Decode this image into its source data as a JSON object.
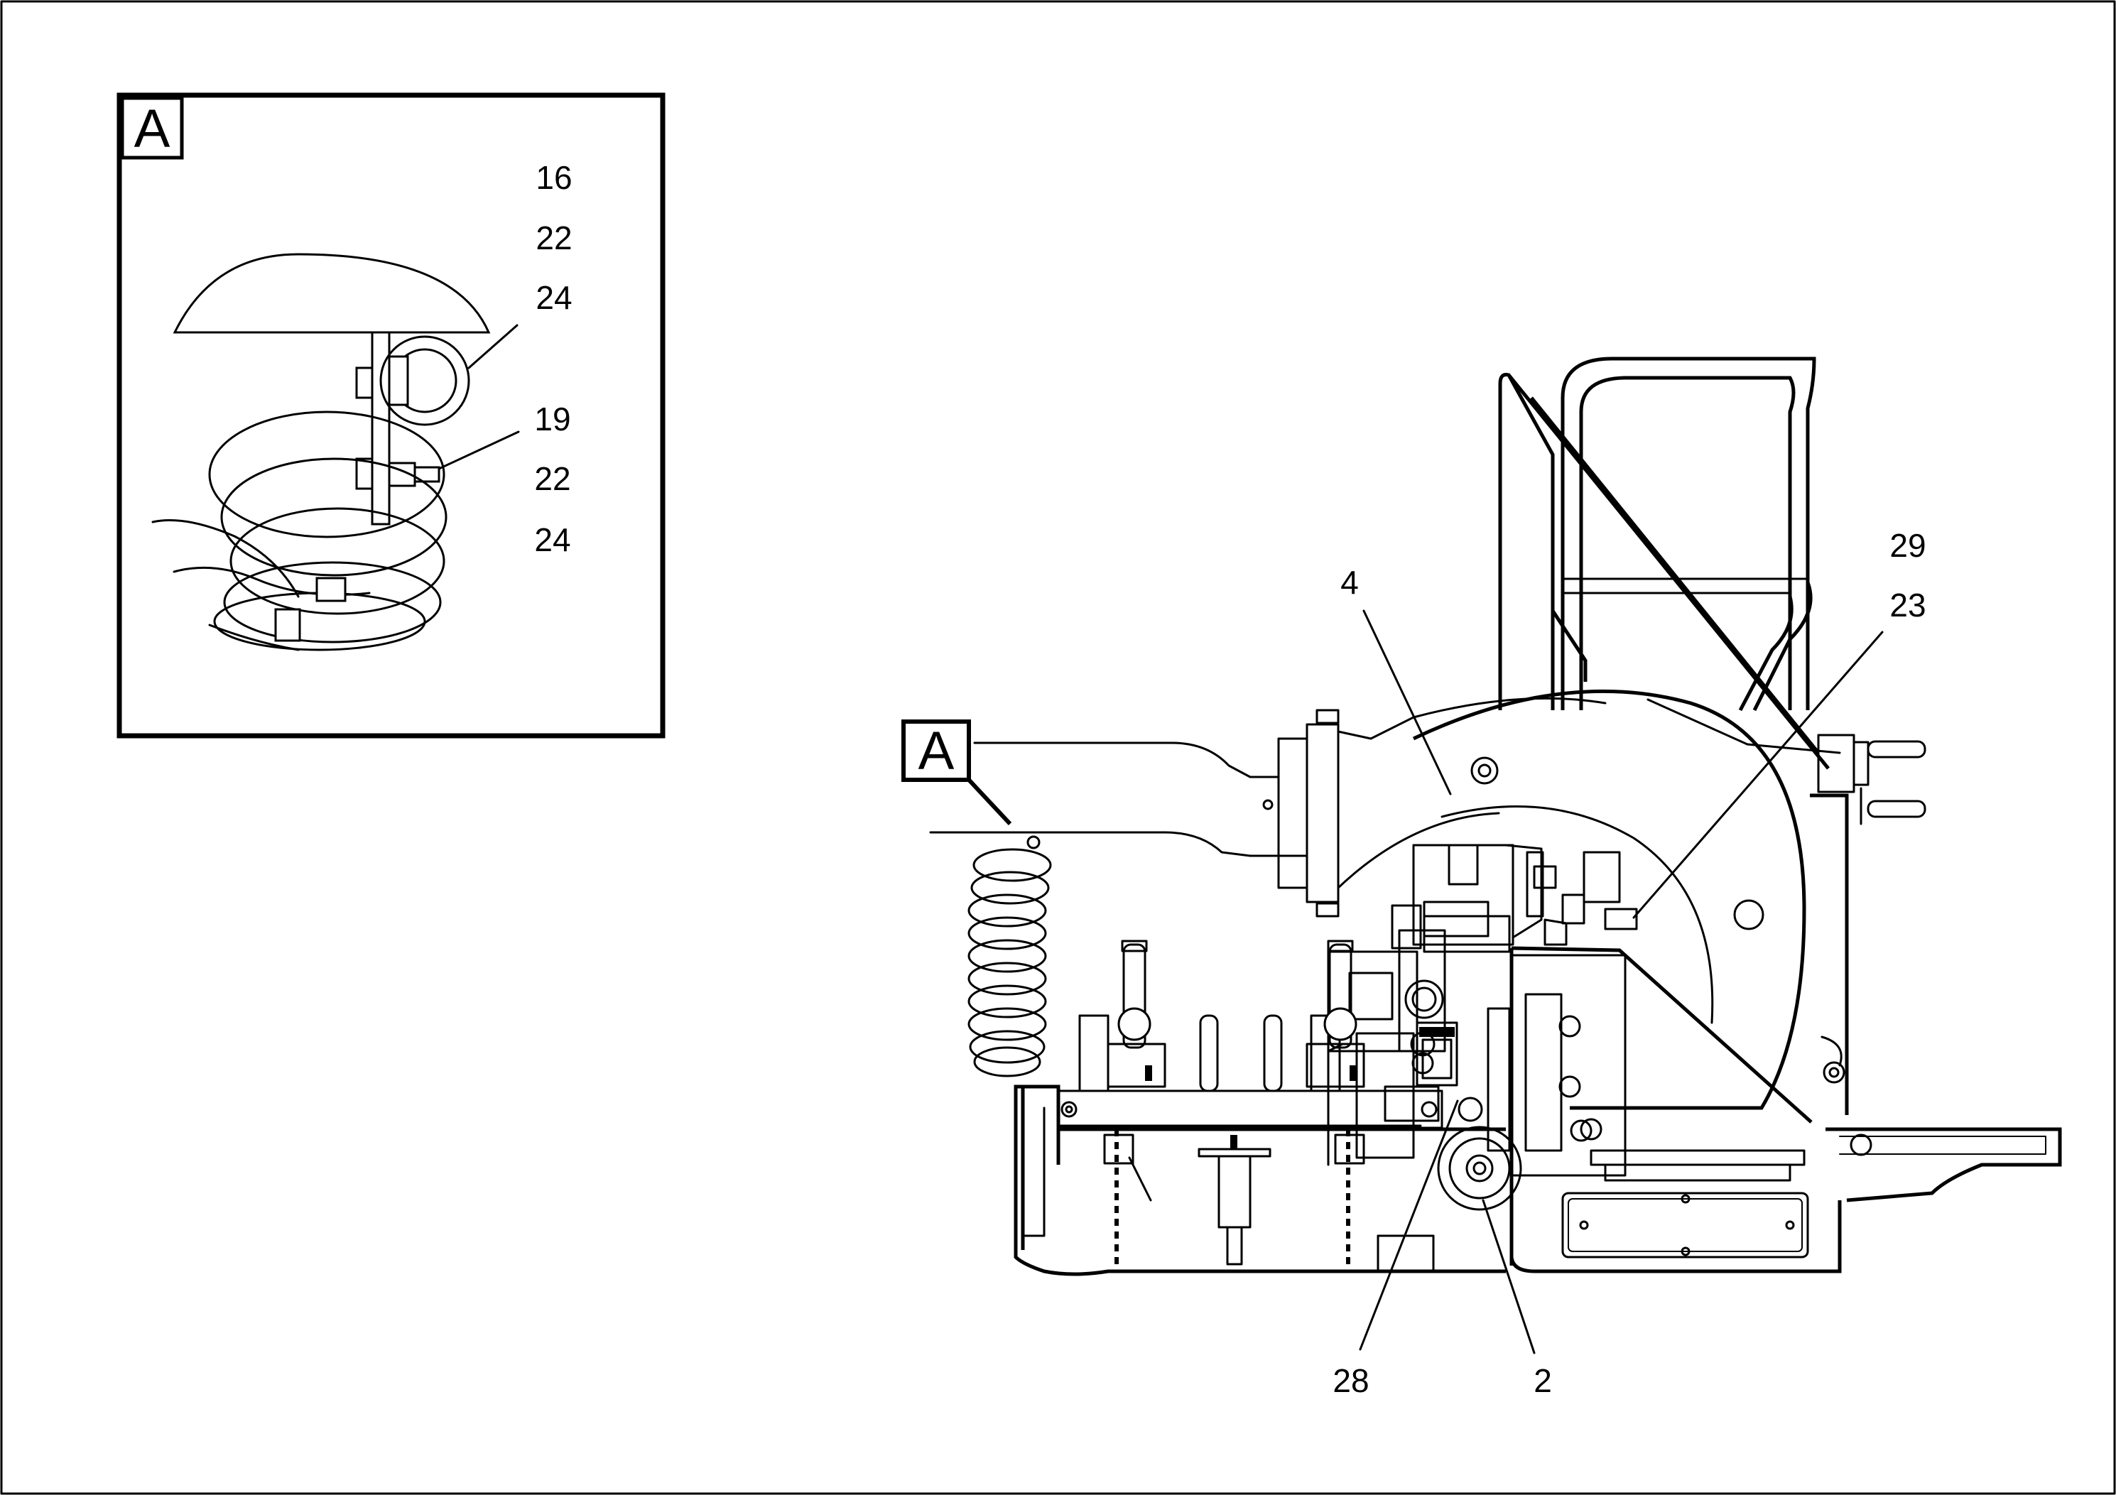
{
  "detail_view": {
    "tag": "A",
    "callouts": [
      "16",
      "22",
      "24",
      "19",
      "22",
      "24"
    ]
  },
  "main_view": {
    "detail_ref_tag": "A",
    "callouts": {
      "c4": "4",
      "c29": "29",
      "c23": "23",
      "c28": "28",
      "c2": "2"
    }
  },
  "colors": {
    "line": "#000000",
    "background": "#ffffff"
  }
}
